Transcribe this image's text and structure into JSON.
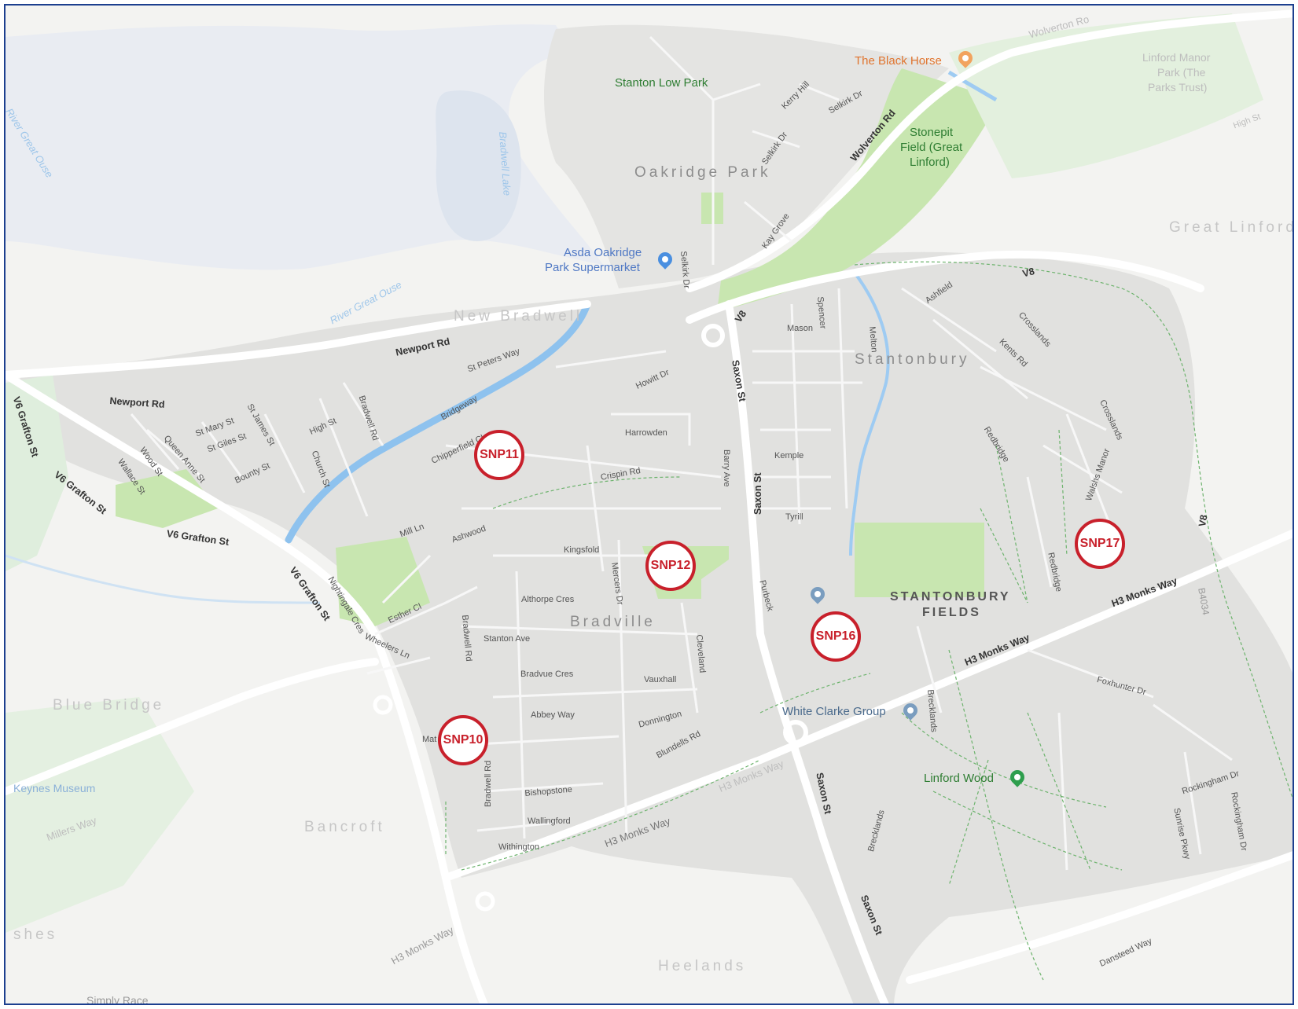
{
  "map": {
    "markers": [
      "SNP11",
      "SNP12",
      "SNP16",
      "SNP17",
      "SNP10"
    ],
    "districts": [
      "STANTONBURY",
      "FIELDS"
    ],
    "areas": [
      "Oakridge Park",
      "New Bradwell",
      "Stantonbury",
      "Bradville",
      "Blue Bridge",
      "Bancroft",
      "Heelands",
      "Great Linford"
    ],
    "parks": [
      "Stanton Low Park",
      "Linford Wood",
      "Stonepit",
      "Field (Great",
      "Linford)"
    ],
    "pois": {
      "black_horse": "The Black Horse",
      "asda_1": "Asda Oakridge",
      "asda_2": "Park Supermarket",
      "white_clarke": "White Clarke Group",
      "museum": "Keynes Museum",
      "simply_race": "Simply Race",
      "manor_1": "Linford Manor",
      "manor_2": "Park (The",
      "manor_3": "Parks Trust)",
      "shes": "shes"
    },
    "water_labels": [
      "River Great Ouse",
      "River Great Ouse",
      "Bradwell Lake"
    ],
    "major_roads": [
      "V6 Grafton St",
      "V6 Grafton St",
      "V6 Grafton St",
      "V6 Grafton St",
      "H3 Monks Way",
      "H3 Monks Way",
      "H3 Monks Way",
      "H3 Monks Way",
      "Saxon St",
      "Saxon St",
      "Saxon St",
      "Saxon St",
      "V8",
      "V8",
      "V8",
      "Wolverton Rd",
      "Newport Rd",
      "Newport Rd",
      "Wolverton Ro",
      "Millers Way",
      "Dansteed Way",
      "H3 Monks Way",
      "B4034"
    ],
    "streets": [
      "St Peters Way",
      "Bridgeway",
      "St Mary St",
      "St Giles St",
      "St James St",
      "Queen Anne St",
      "Wood St",
      "Wallace St",
      "Bounty St",
      "High St",
      "Church St",
      "Bradwell Rd",
      "Chipperfield Cl",
      "Mill Ln",
      "Ashwood",
      "Howitt Dr",
      "Harrowden",
      "Crispin Rd",
      "Kingsfold",
      "Althorpe Cres",
      "Mercers Dr",
      "Stanton Ave",
      "Bradvue Cres",
      "Vauxhall",
      "Abbey Way",
      "Donnington",
      "Blundells Rd",
      "Cleveland",
      "Bishopstone",
      "Wallingford",
      "Withington",
      "Bradwell Rd",
      "Bradwell Rd",
      "Barry Ave",
      "Purbeck",
      "Tyrill",
      "Kemple",
      "Mason",
      "Spencer",
      "Melton",
      "Ashfield",
      "Crosslands",
      "Kents Rd",
      "Redbridge",
      "Crosslands",
      "Walshs Manor",
      "Redbridge",
      "Foxhunter Dr",
      "Brecklands",
      "Brecklands",
      "Rockingham Dr",
      "Rockingham Dr",
      "Sunrise Pkwy",
      "Nightingale Cres",
      "Esther Cl",
      "Wheelers Ln",
      "Selkirk Dr",
      "Selkirk Dr",
      "Selkirk Dr",
      "Kerry Hill",
      "Kay Grove",
      "Mat",
      "High St"
    ]
  }
}
